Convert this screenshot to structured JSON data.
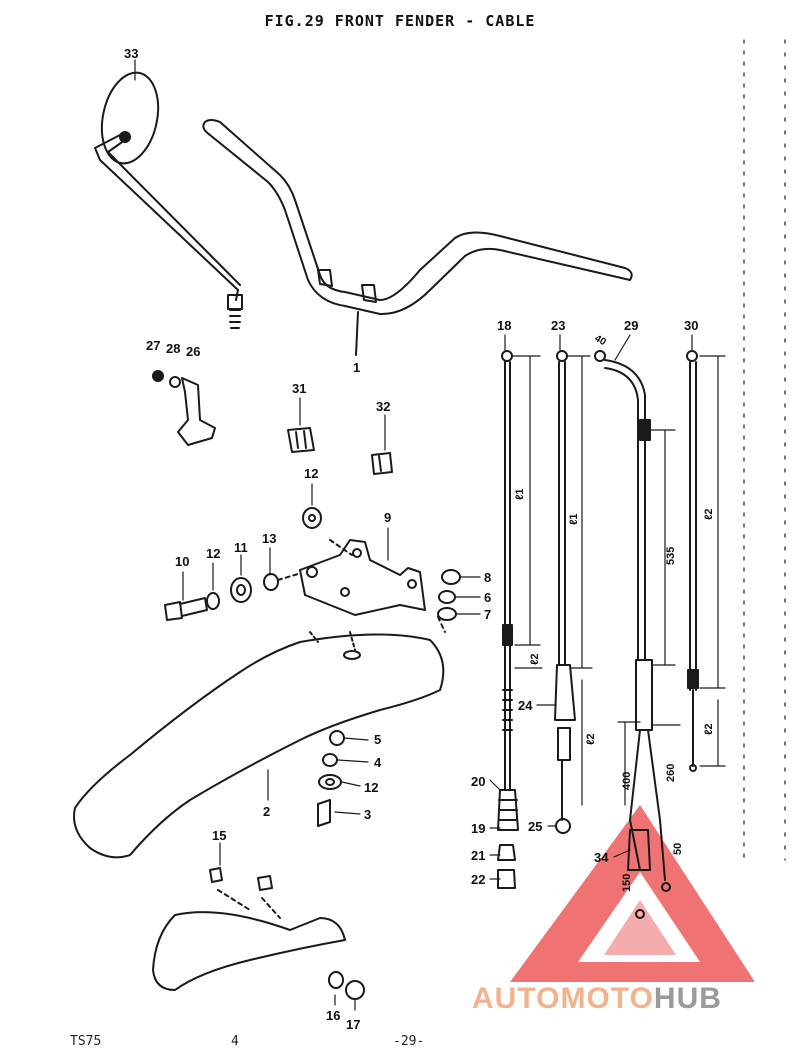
{
  "title": "FIG.29  FRONT FENDER - CABLE",
  "footer": {
    "left": "TS75",
    "mid": "4",
    "page": "-29-"
  },
  "watermark": {
    "part1": "AUTOMOTO",
    "part2": "HUB",
    "color1": "#f3b28e",
    "color2": "#9a9a9a",
    "triangle": "#ec5a5a"
  },
  "labels": {
    "p33": "33",
    "p1": "1",
    "p27": "27",
    "p28": "28",
    "p26": "26",
    "p31": "31",
    "p32": "32",
    "p12a": "12",
    "p9": "9",
    "p13": "13",
    "p10": "10",
    "p12b": "12",
    "p11": "11",
    "p8": "8",
    "p6": "6",
    "p7": "7",
    "p5": "5",
    "p4": "4",
    "p12c": "12",
    "p3": "3",
    "p2": "2",
    "p15": "15",
    "p16": "16",
    "p17": "17",
    "p18": "18",
    "p23": "23",
    "p29": "29",
    "p30": "30",
    "p24": "24",
    "p20": "20",
    "p19": "19",
    "p25": "25",
    "p21": "21",
    "p22": "22",
    "p34": "34"
  },
  "dims": {
    "l1a": "ℓ1",
    "l1b": "ℓ1",
    "l2a": "ℓ2",
    "l2b": "ℓ2",
    "l2c": "ℓ2",
    "l2d": "ℓ2",
    "d40": "40",
    "d535": "535",
    "d260": "260",
    "d400": "400",
    "d50": "50",
    "d150": "150"
  }
}
